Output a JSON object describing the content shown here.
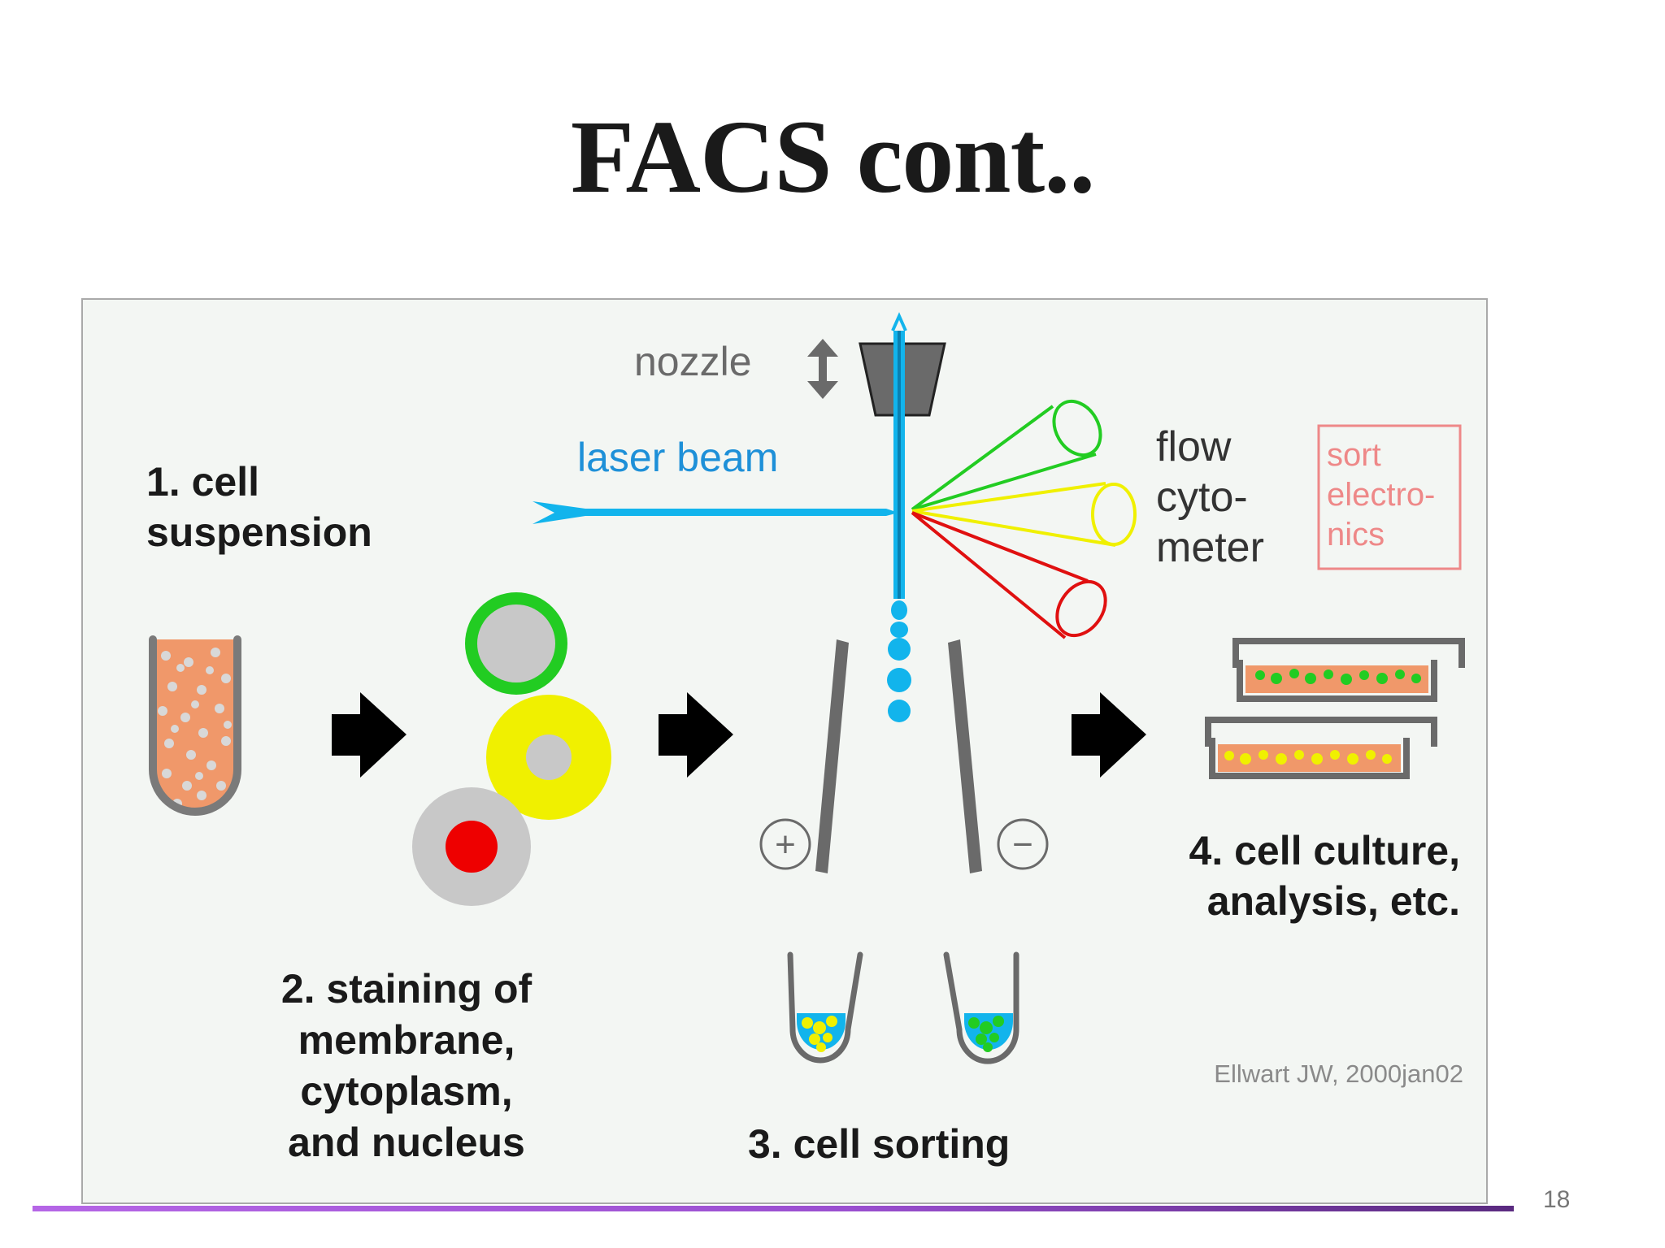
{
  "slide": {
    "title": "FACS cont..",
    "page_number": "18"
  },
  "diagram": {
    "labels": {
      "nozzle": "nozzle",
      "laser_beam": "laser beam",
      "flow_cytometer": [
        "flow",
        "cyto-",
        "meter"
      ],
      "sort_electronics": [
        "sort",
        "electro-",
        "nics"
      ],
      "step1": [
        "1. cell",
        "suspension"
      ],
      "step2": [
        "2. staining of",
        "membrane,",
        "cytoplasm,",
        "and nucleus"
      ],
      "step3": "3. cell sorting",
      "step4": [
        "4. cell culture,",
        "analysis, etc."
      ],
      "plus": "+",
      "minus": "−",
      "credit": "Ellwart JW, 2000jan02"
    },
    "colors": {
      "laser": "#12b4ec",
      "detector_green": "#22cc22",
      "detector_yellow": "#f0f000",
      "detector_red": "#e01010",
      "suspension": "#f0986a",
      "sort_box": "#ee8888",
      "accent_text": "#1e90d8",
      "footer_line": "#b566e6"
    }
  }
}
